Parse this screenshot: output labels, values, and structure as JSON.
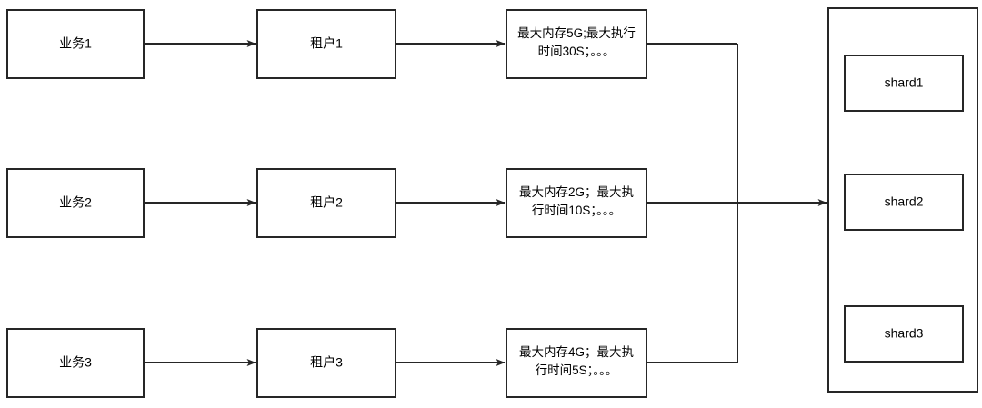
{
  "diagram": {
    "type": "flowchart",
    "background_color": "#ffffff",
    "stroke_color": "#262626",
    "text_color": "#000000",
    "rows": [
      {
        "business": "业务1",
        "tenant": "租户1",
        "constraint_line1": "最大内存5G;最大执行",
        "constraint_line2": "时间30S；。。。"
      },
      {
        "business": "业务2",
        "tenant": "租户2",
        "constraint_line1": "最大内存2G；最大执",
        "constraint_line2": "行时间10S；。。。"
      },
      {
        "business": "业务3",
        "tenant": "租户3",
        "constraint_line1": "最大内存4G；最大执",
        "constraint_line2": "行时间5S；。。。"
      }
    ],
    "cluster": {
      "shards": [
        "shard1",
        "shard2",
        "shard3"
      ]
    }
  }
}
